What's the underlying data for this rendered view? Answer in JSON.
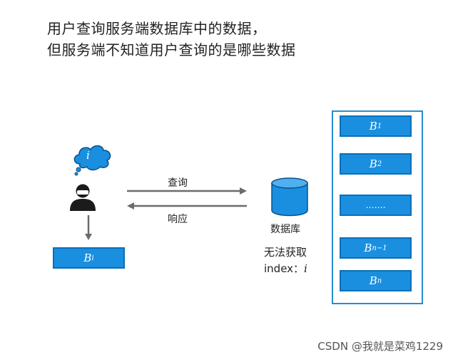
{
  "title": {
    "line1": "用户查询服务端数据库中的数据，",
    "line2": "但服务端不知道用户查询的是哪些数据"
  },
  "client": {
    "thought_var": "i",
    "result": {
      "base": "B",
      "sub": "i"
    }
  },
  "arrows": {
    "query_label": "查询",
    "response_label": "响应"
  },
  "database": {
    "label": "数据库",
    "note_line1": "无法获取",
    "note_line2": "index：",
    "note_var": "i"
  },
  "records": [
    {
      "base": "B",
      "sub": "1"
    },
    {
      "base": "B",
      "sub": "2"
    },
    {
      "base": "",
      "sub": "",
      "text": "……."
    },
    {
      "base": "B",
      "sub": "n−1"
    },
    {
      "base": "B",
      "sub": "n"
    }
  ],
  "watermark": "CSDN @我就是菜鸡1229",
  "colors": {
    "box_fill": "#1a8fe0",
    "box_border": "#0b6fb8",
    "frame": "#2a8ccf",
    "arrow": "#6b6b6b"
  }
}
